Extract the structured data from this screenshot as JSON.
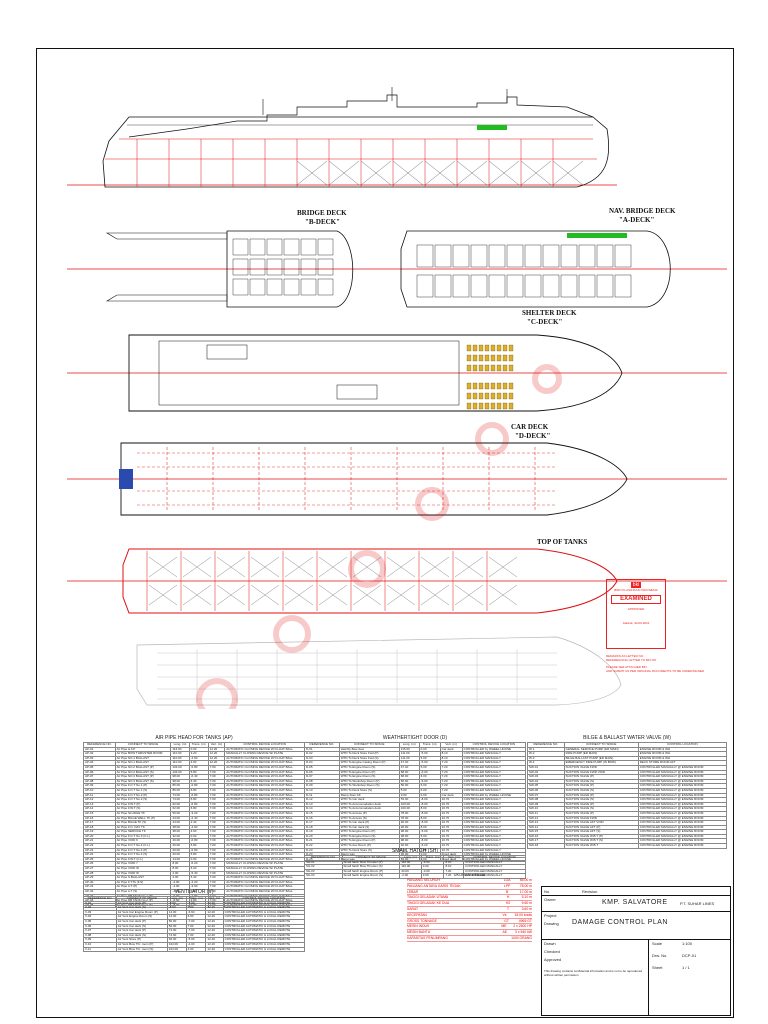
{
  "deck_labels": {
    "bridge_deck": "BRIDGE DECK",
    "b_deck": "\"B-DECK\"",
    "nav_bridge_deck": "NAV. BRIDGE DECK",
    "a_deck": "\"A-DECK\"",
    "shelter_deck": "SHELTER DECK",
    "c_deck": "\"C-DECK\"",
    "car_deck": "CAR DECK",
    "d_deck": "\"D-DECK\"",
    "top_of_tanks": "TOP OF TANKS"
  },
  "stamp": {
    "logo": "bki",
    "org": "BIRO KLASIFIKASI INDONESIA",
    "status": "EXAMINED",
    "sub": "APPROVED",
    "date_line": "Jakarta, 30-06-2021"
  },
  "notes": [
    "REMARKS AS LETTER NO.",
    "REFERENCING LETTER TO BKI NO.",
    "PLEASE SEE ATTACHED BKI",
    "AND SUBMIT AS PER ORIGINAL DOCUMENTS TO BE UNDERSIGNED"
  ],
  "air_pipe": {
    "title": "AIR PIPE HEAD FOR TANKS (AP)",
    "headers": [
      "REFERENCE NO.",
      "CONNECT TO SPACE",
      "Long. (m)",
      "Trans. (m)",
      "Vert. (m)",
      "CONTROL DEVICE LOCATION"
    ],
    "rows": [
      [
        "AP-01",
        "Air Pipe H.F.P",
        "116.00",
        "0.00",
        "12.20",
        "AUTOMATIC CLOSING DEVICE W/ FLOAT BALL"
      ],
      [
        "AP-02",
        "Air Pipe BOW THRUSTER ROOM",
        "110.00",
        "3.20",
        "12.20",
        "MANUALLY CLOSING DEVICE W/ PLATE"
      ],
      [
        "AP-03",
        "Air Pipe NO.1 BALLAST",
        "110.00",
        "-4.60",
        "12.20",
        "AUTOMATIC CLOSING DEVICE W/ FLOAT BALL"
      ],
      [
        "AP-04",
        "Air Pipe NO.1 BALLAST",
        "110.00",
        "4.60",
        "12.20",
        "AUTOMATIC CLOSING DEVICE W/ FLOAT BALL"
      ],
      [
        "AP-05",
        "Air Pipe NO.2 BALLAST (P)",
        "104.00",
        "-5.80",
        "7.00",
        "AUTOMATIC CLOSING DEVICE W/ FLOAT BALL"
      ],
      [
        "AP-06",
        "Air Pipe NO.2 BALLAST (S)",
        "104.00",
        "5.80",
        "7.00",
        "AUTOMATIC CLOSING DEVICE W/ FLOAT BALL"
      ],
      [
        "AP-07",
        "Air Pipe NO.3 BALLAST (P)",
        "98.00",
        "-6.40",
        "7.00",
        "AUTOMATIC CLOSING DEVICE W/ FLOAT BALL"
      ],
      [
        "AP-08",
        "Air Pipe NO.3 BALLAST (S)",
        "98.00",
        "6.40",
        "7.00",
        "AUTOMATIC CLOSING DEVICE W/ FLOAT BALL"
      ],
      [
        "AP-09",
        "Air Pipe F.O.T No.1 (P)",
        "86.00",
        "-6.80",
        "7.00",
        "AUTOMATIC CLOSING DEVICE W/ FLOAT BALL"
      ],
      [
        "AP-10",
        "Air Pipe F.O.T No.1 (S)",
        "86.00",
        "6.80",
        "7.00",
        "AUTOMATIC CLOSING DEVICE W/ FLOAT BALL"
      ],
      [
        "AP-11",
        "Air Pipe F.O.T No.2 (P)",
        "74.00",
        "-6.80",
        "7.00",
        "AUTOMATIC CLOSING DEVICE W/ FLOAT BALL"
      ],
      [
        "AP-12",
        "Air Pipe F.O.T No.2 (S)",
        "74.00",
        "6.80",
        "7.00",
        "AUTOMATIC CLOSING DEVICE W/ FLOAT BALL"
      ],
      [
        "AP-13",
        "Air Pipe F.W.T (P)",
        "62.00",
        "-6.80",
        "7.00",
        "AUTOMATIC CLOSING DEVICE W/ FLOAT BALL"
      ],
      [
        "AP-14",
        "Air Pipe F.W.T (S)",
        "62.00",
        "6.80",
        "7.00",
        "AUTOMATIC CLOSING DEVICE W/ FLOAT BALL"
      ],
      [
        "AP-15",
        "Air Pipe SLUDGE TK",
        "50.00",
        "-3.20",
        "7.00",
        "AUTOMATIC CLOSING DEVICE W/ FLOAT BALL"
      ],
      [
        "AP-16",
        "Air Pipe BILGE WELL TK (P)",
        "44.00",
        "-2.40",
        "7.00",
        "AUTOMATIC CLOSING DEVICE W/ FLOAT BALL"
      ],
      [
        "AP-17",
        "Air Pipe BILGE TK (S)",
        "44.00",
        "2.40",
        "7.00",
        "AUTOMATIC CLOSING DEVICE W/ FLOAT BALL"
      ],
      [
        "AP-18",
        "Air Pipe F.O. DAY TK",
        "38.00",
        "-4.60",
        "7.00",
        "AUTOMATIC CLOSING DEVICE W/ FLOAT BALL"
      ],
      [
        "AP-19",
        "Air Pipe SERVICE TK",
        "38.00",
        "4.60",
        "7.00",
        "AUTOMATIC CLOSING DEVICE W/ FLOAT BALL"
      ],
      [
        "AP-20",
        "Air Pipe F.O.T No.3 (C.L)",
        "32.00",
        "0.00",
        "7.00",
        "AUTOMATIC CLOSING DEVICE W/ FLOAT BALL"
      ],
      [
        "AP-21",
        "Air Pipe VOID 6",
        "26.00",
        "-6.80",
        "7.00",
        "AUTOMATIC CLOSING DEVICE W/ FLOAT BALL"
      ],
      [
        "AP-22",
        "Air Pipe F.O.T No.4 (C.L)",
        "26.00",
        "6.80",
        "7.00",
        "AUTOMATIC CLOSING DEVICE W/ FLOAT BALL"
      ],
      [
        "AP-23",
        "Air Pipe F.O.T No.4 (P)",
        "20.00",
        "-6.80",
        "7.00",
        "AUTOMATIC CLOSING DEVICE W/ FLOAT BALL"
      ],
      [
        "AP-24",
        "Air Pipe F.O.T No.4 (S)",
        "20.00",
        "6.80",
        "7.00",
        "AUTOMATIC CLOSING DEVICE W/ FLOAT BALL"
      ],
      [
        "AP-25",
        "Air Pipe F.W.T (C.L)",
        "14.00",
        "0.00",
        "7.00",
        "AUTOMATIC CLOSING DEVICE W/ FLOAT BALL"
      ],
      [
        "AP-26",
        "Air Pipe VOID 7",
        "8.00",
        "-6.20",
        "7.00",
        "MANUALLY CLOSING DEVICE W/ PLATE"
      ],
      [
        "AP-27",
        "Air Pipe VOID W",
        "8.00",
        "6.20",
        "7.00",
        "MANUALLY CLOSING DEVICE W/ PLATE"
      ],
      [
        "AP-28",
        "Air Pipe VOID W",
        "2.00",
        "-5.40",
        "7.00",
        "MANUALLY CLOSING DEVICE W/ PLATE"
      ],
      [
        "AP-29",
        "Air Pipe S.BALLAST",
        "2.00",
        "5.40",
        "7.00",
        "AUTOMATIC CLOSING DEVICE W/ FLOAT BALL"
      ],
      [
        "AP-30",
        "Air Pipe F.T.Tk (F.S)",
        "-2.00",
        "-4.20",
        "7.00",
        "AUTOMATIC CLOSING DEVICE W/ FLOAT BALL"
      ],
      [
        "AP-31",
        "Air Pipe A.T (P)",
        "-4.00",
        "-3.60",
        "7.00",
        "AUTOMATIC CLOSING DEVICE W/ FLOAT BALL"
      ],
      [
        "AP-32",
        "Air Pipe A.T (S)",
        "-4.00",
        "3.60",
        "7.00",
        "AUTOMATIC CLOSING DEVICE W/ FLOAT BALL"
      ],
      [
        "AP-33",
        "Air Pipe DB TANK No.1 (P)",
        "-6.00",
        "-2.80",
        "7.00",
        "AUTOMATIC CLOSING DEVICE W/ FLOAT BALL"
      ],
      [
        "AP-34",
        "Air Pipe DB TANK No.2 (P)",
        "-6.00",
        "2.80",
        "7.00",
        "AUTOMATIC CLOSING DEVICE W/ FLOAT BALL"
      ],
      [
        "AP-35",
        "Air Pipe DB TANK No.3 (S)",
        "-8.00",
        "0.00",
        "7.00",
        "AUTOMATIC CLOSING DEVICE W/ FLOAT BALL"
      ]
    ]
  },
  "ventilator": {
    "title": "VENTILATOR (V)",
    "headers": [
      "REFERENCE NO.",
      "CONNECT TO SPACE",
      "Long. (m)",
      "Trans. (m)",
      "Vert. (m)",
      "CONTROL DEVICE LOCATION"
    ],
    "rows": [
      [
        "V-01",
        "Air Vent Car deck (P)",
        "-2.00",
        "-7.00",
        "12.20",
        "CONTROLLED AUTOMATIC & LOCAL REMOTE"
      ],
      [
        "V-02",
        "Air Vent Car deck (S)",
        "-2.00",
        "7.00",
        "12.20",
        "CONTROLLED AUTOMATIC & LOCAL REMOTE"
      ],
      [
        "V-03",
        "Air Vent Car Engine Room (P)",
        "14.00",
        "-6.60",
        "12.20",
        "CONTROLLED AUTOMATIC & LOCAL REMOTE"
      ],
      [
        "V-04",
        "Air Vent Engine Room (S)",
        "14.00",
        "6.60",
        "12.20",
        "CONTROLLED AUTOMATIC & LOCAL REMOTE"
      ],
      [
        "V-05",
        "Air Vent Car deck (P)",
        "50.00",
        "-7.00",
        "12.20",
        "CONTROLLED AUTOMATIC & LOCAL REMOTE"
      ],
      [
        "V-06",
        "Air Vent Car deck (S)",
        "50.00",
        "7.00",
        "12.20",
        "CONTROLLED AUTOMATIC & LOCAL REMOTE"
      ],
      [
        "V-07",
        "Air Vent Car deck (P)",
        "74.00",
        "-7.00",
        "12.20",
        "CONTROLLED AUTOMATIC & LOCAL REMOTE"
      ],
      [
        "V-08",
        "Air Vent Car deck (S)",
        "74.00",
        "7.00",
        "12.20",
        "CONTROLLED AUTOMATIC & LOCAL REMOTE"
      ],
      [
        "V-09",
        "Air Vent Store (P)",
        "92.00",
        "-5.00",
        "12.20",
        "CONTROLLED AUTOMATIC & LOCAL REMOTE"
      ],
      [
        "V-10",
        "Air Vent Bow Thr. room (P)",
        "104.00",
        "-4.00",
        "12.20",
        "CONTROLLED AUTOMATIC & LOCAL REMOTE"
      ],
      [
        "V-11",
        "Air Vent Bow Thr. room (S)",
        "104.00",
        "4.00",
        "12.20",
        "CONTROLLED AUTOMATIC & LOCAL REMOTE"
      ]
    ]
  },
  "weathertight": {
    "title": "WEATHERTIGHT DOOR (D)",
    "headers": [
      "REFERENCE NO.",
      "CONNECT TO SPACE",
      "Long. (m)",
      "Trans. (m)",
      "Vert. (m)",
      "CONTROL DEVICE LOCATION"
    ],
    "rows": [
      [
        "D-01",
        "Hatchly Bow door",
        "115.00",
        "0.00",
        "Car deck",
        "CONTROLLED by WHEEL HOUSE"
      ],
      [
        "D-02",
        "WTD To Deck Store Fwd (P)",
        "111.00",
        "-5.00",
        "8.10",
        "CONTROLLED MANUALLY"
      ],
      [
        "D-03",
        "WTD To Deck Store Fwd (S)",
        "111.00",
        "5.00",
        "8.10",
        "CONTROLLED MANUALLY"
      ],
      [
        "D-04",
        "WTD To Engine Casing Room (P)",
        "47.40",
        "-5.00",
        "7.20",
        "CONTROLLED MANUALLY"
      ],
      [
        "D-05",
        "WTD To Engine Room (S)",
        "47.40",
        "5.00",
        "7.20",
        "CONTROLLED MANUALLY"
      ],
      [
        "D-06",
        "WTD To Engine Room (P)",
        "68.00",
        "-6.00",
        "7.20",
        "CONTROLLED MANUALLY"
      ],
      [
        "D-07",
        "WTD To Engine Room (S)",
        "68.00",
        "6.00",
        "7.20",
        "CONTROLLED MANUALLY"
      ],
      [
        "D-08",
        "WTD To Workshop Room (P)",
        "56.00",
        "-6.00",
        "7.20",
        "CONTROLLED MANUALLY"
      ],
      [
        "D-09",
        "WTD To Workshop Room (S)",
        "56.00",
        "6.00",
        "7.20",
        "CONTROLLED MANUALLY"
      ],
      [
        "D-10",
        "WTD To Deck Store (S)",
        "5.00",
        "6.00",
        "7.20",
        "CONTROLLED MANUALLY"
      ],
      [
        "D-11",
        "Ramp Door Aft",
        "0.00",
        "0.00",
        "Car deck",
        "CONTROLLED by WHEEL HOUSE"
      ],
      [
        "D-12",
        "WTD To Car deck",
        "53.00",
        "-8.00",
        "10.70",
        "CONTROLLED MANUALLY"
      ],
      [
        "D-13",
        "WTD To Accommodation deck",
        "100.00",
        "-8.00",
        "10.70",
        "CONTROLLED MANUALLY"
      ],
      [
        "D-14",
        "WTD To Accommodation deck",
        "100.00",
        "8.00",
        "10.70",
        "CONTROLLED MANUALLY"
      ],
      [
        "D-15",
        "WTD To Access (P)",
        "78.00",
        "-8.00",
        "10.70",
        "CONTROLLED MANUALLY"
      ],
      [
        "D-16",
        "WTD To Access (S)",
        "78.00",
        "8.00",
        "10.70",
        "CONTROLLED MANUALLY"
      ],
      [
        "D-17",
        "WTD To Car deck (P)",
        "26.00",
        "-8.00",
        "10.70",
        "CONTROLLED MANUALLY"
      ],
      [
        "D-18",
        "WTD To Car deck (S)",
        "26.00",
        "8.00",
        "10.70",
        "CONTROLLED MANUALLY"
      ],
      [
        "D-19",
        "WTD To Engine Room (P)",
        "38.00",
        "-5.00",
        "10.70",
        "CONTROLLED MANUALLY"
      ],
      [
        "D-20",
        "WTD To Engine Room (S)",
        "38.00",
        "5.00",
        "10.70",
        "CONTROLLED MANUALLY"
      ],
      [
        "D-21",
        "WTD To Engine Room (P)",
        "98.00",
        "-8.00",
        "10.70",
        "CONTROLLED MANUALLY"
      ],
      [
        "D-22",
        "WTD To Aux Room (P)",
        "92.00",
        "-6.20",
        "10.70",
        "CONTROLLED MANUALLY"
      ],
      [
        "D-23",
        "WTD To Deck Store (S)",
        "7.00",
        "6.20",
        "10.70",
        "CONTROLLED MANUALLY"
      ],
      [
        "D-24",
        "Ramp way",
        "36.00",
        "0.00",
        "Fixed deck",
        "CONTROLLED by WHEEL HOUSE"
      ],
      [
        "D-25",
        "Ramp way",
        "83.00",
        "0.00",
        "Fixed deck",
        "CONTROLLED by WHEEL HOUSE"
      ]
    ]
  },
  "small_hatch": {
    "title": "SMALL HATCH (SH)",
    "headers": [
      "REFERENCE NO.",
      "CONNECT TO SPACE",
      "Long. (m)",
      "Trans. (m)",
      "Vert. (m)",
      "CONTROL DEVICE LOCATION"
    ],
    "rows": [
      [
        "SH-01",
        "Small hatch Bow Thruster (P)",
        "110.00",
        "-3.00",
        "8.10",
        "CONTROLLED MANUALLY"
      ],
      [
        "SH-02",
        "Small hatch Bow Thruster (S)",
        "110.00",
        "3.00",
        "8.10",
        "CONTROLLED MANUALLY"
      ],
      [
        "SH-03",
        "Small hatch Engine Room (P)",
        "44.00",
        "-3.00",
        "7.20",
        "CONTROLLED MANUALLY"
      ],
      [
        "SH-04",
        "Small hatch Engine Room (S)",
        "-2.00",
        "3.00",
        "7.20",
        "CONTROLLED MANUALLY"
      ]
    ]
  },
  "bilge": {
    "title": "BILGE & BALLAST WATER VALVE (W)",
    "headers": [
      "REFERENCE NO.",
      "CONNECT TO SPACE",
      "CONTROL LOCATION"
    ],
    "rows": [
      [
        "W-1",
        "GENERAL SERVICE PUMP (ER MAIN)",
        "ENGINE ROOM & WH"
      ],
      [
        "W-2",
        "FIRE PUMP (ER MAIN)",
        "ENGINE ROOM & WH"
      ],
      [
        "W-3",
        "BILGE BALLAST PUMP (ER MAIN)",
        "ENGINE ROOM & WH"
      ],
      [
        "W-4",
        "EMERGENCY FIRE PUMP (IN BOW)",
        "DECK STORE ROOM AFT"
      ],
      [
        "SW-01",
        "SUCTION VALVE FWD",
        "CONTROLLED MANUALLY @ ENGINE ROOM"
      ],
      [
        "SW-02",
        "SUCTION VALVE FWD VOID",
        "CONTROLLED MANUALLY @ ENGINE ROOM"
      ],
      [
        "SW-03",
        "SUCTION VALVE (P)",
        "CONTROLLED MANUALLY @ ENGINE ROOM"
      ],
      [
        "SW-04",
        "SUCTION VALVE (S)",
        "CONTROLLED MANUALLY @ ENGINE ROOM"
      ],
      [
        "SW-05",
        "SUCTION VALVE (P)",
        "CONTROLLED MANUALLY @ ENGINE ROOM"
      ],
      [
        "SW-06",
        "SUCTION VALVE (S)",
        "CONTROLLED MANUALLY @ ENGINE ROOM"
      ],
      [
        "SW-07",
        "SUCTION VALVE (P)",
        "CONTROLLED MANUALLY @ ENGINE ROOM"
      ],
      [
        "SW-08",
        "SUCTION VALVE (S)",
        "CONTROLLED MANUALLY @ ENGINE ROOM"
      ],
      [
        "SW-09",
        "SUCTION VALVE (P)",
        "CONTROLLED MANUALLY @ ENGINE ROOM"
      ],
      [
        "SW-10",
        "SUCTION VALVE (S)",
        "CONTROLLED MANUALLY @ ENGINE ROOM"
      ],
      [
        "SW-11",
        "SUCTION VALVE (P)",
        "CONTROLLED MANUALLY @ ENGINE ROOM"
      ],
      [
        "SW-12",
        "SUCTION VALVE FWD",
        "CONTROLLED MANUALLY @ ENGINE ROOM"
      ],
      [
        "SW-13",
        "SUCTION VALVE AFT VOID",
        "CONTROLLED MANUALLY @ ENGINE ROOM"
      ],
      [
        "SW-14",
        "SUCTION VALVE AFT (P)",
        "CONTROLLED MANUALLY @ ENGINE ROOM"
      ],
      [
        "SW-15",
        "SUCTION VALVE AFT (S)",
        "CONTROLLED MANUALLY @ ENGINE ROOM"
      ],
      [
        "SW-16",
        "SUCTION VALVE W.B.T (P)",
        "CONTROLLED MANUALLY @ ENGINE ROOM"
      ],
      [
        "SW-17",
        "SUCTION VALVE W.B.T (S)",
        "CONTROLLED MANUALLY @ ENGINE ROOM"
      ],
      [
        "SW-18",
        "SUCTION VALVE W.B.T",
        "CONTROLLED MANUALLY @ ENGINE ROOM"
      ]
    ]
  },
  "particulars": {
    "title": "UKURAN UTAMA",
    "rows": [
      [
        "PANJANG SELURUH",
        "LOA",
        "85.00 m"
      ],
      [
        "PANJANG ANTARA GARIS TEGAK",
        "LPP",
        "78.00 m"
      ],
      [
        "LEBAR",
        "B",
        "17.00 m"
      ],
      [
        "TINGGI GELADAK UTAMA",
        "H",
        "5.10 m"
      ],
      [
        "TINGGI GELADAK KE DUA",
        "H2",
        "9.60 m"
      ],
      [
        "SARAT",
        "T",
        "3.60 m"
      ],
      [
        "KECEPATAN",
        "Vs",
        "15.00 knots"
      ],
      [
        "GROSS TONNAGE",
        "GT",
        "4965 GT"
      ],
      [
        "MESIN INDUK",
        "ME",
        "2 x 2500 HP"
      ],
      [
        "MESIN BANTU",
        "AE",
        "3 x 540 kW"
      ],
      [
        "KAPASITAS PENUMPANG",
        "",
        "1000 ORANG"
      ]
    ]
  },
  "title_block": {
    "no_label": "No",
    "revision_label": "Revision",
    "client_label": "Owner",
    "owner": "P.T. SUHAR LINES",
    "project_label": "Project",
    "ship_name": "KMP. SALVATORE",
    "drawing_label": "Drawing",
    "drawing_title": "DAMAGE CONTROL PLAN",
    "scale": "Scale",
    "scale_value": "1:100",
    "drawing_no_label": "Drw. No.",
    "drawing_no": "DCP-01",
    "sheet_label": "Sheet",
    "sheet_value": "1 / 1",
    "drawn": "Drawn",
    "checked": "Checked",
    "approved": "Approved",
    "remarks": "This drawing contains confidential information and is not to be reproduced without written permission"
  },
  "colors": {
    "line": "#e01010",
    "stroke": "#111111",
    "accent": "#22bb22"
  }
}
